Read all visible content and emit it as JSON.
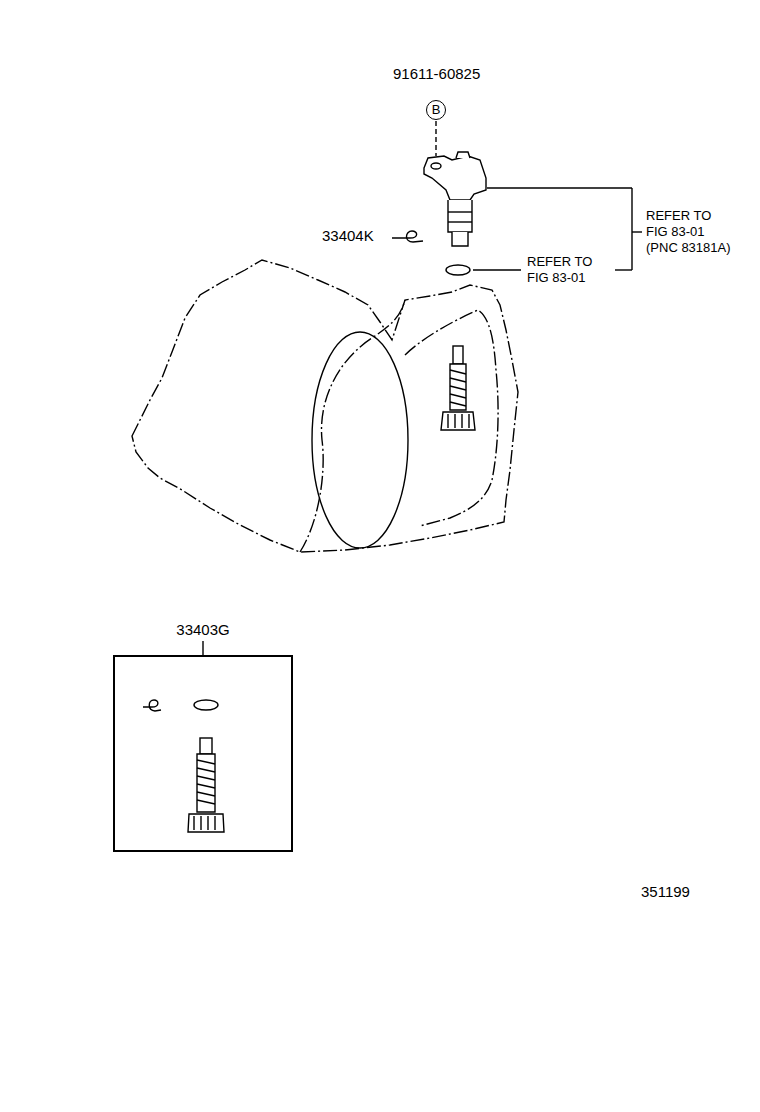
{
  "diagram": {
    "nodes": [
      {
        "text": [
          "B"
        ]
      },
      {
        "text": [
          "33403G"
        ]
      }
    ],
    "labels": [
      "91611-60825",
      "REFER TO FIG 83-01 (PNC 83181A)",
      "33404K",
      "REFER TO FIG 83-01",
      "351199"
    ]
  }
}
